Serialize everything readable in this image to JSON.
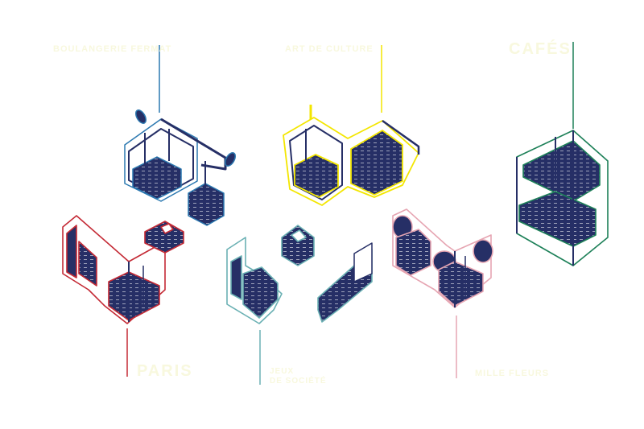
{
  "colors": {
    "navy": "#262f66",
    "blue": "#2b78b0",
    "yellow": "#f3e600",
    "green": "#1d8058",
    "red": "#c42a35",
    "teal": "#6bb1b4",
    "pink": "#e6a5b2",
    "label_tint": "#f8f8de"
  },
  "labels": {
    "top_left": "BOULANGERIE FERMAT",
    "top_center": "ART DE CULTURE",
    "top_right": "CAFÉS",
    "bottom_left": "PARIS",
    "bottom_center_line1": "JEUX",
    "bottom_center_line2": "DE SOCIÉTÉ",
    "bottom_right": "MILLE FLEURS"
  }
}
